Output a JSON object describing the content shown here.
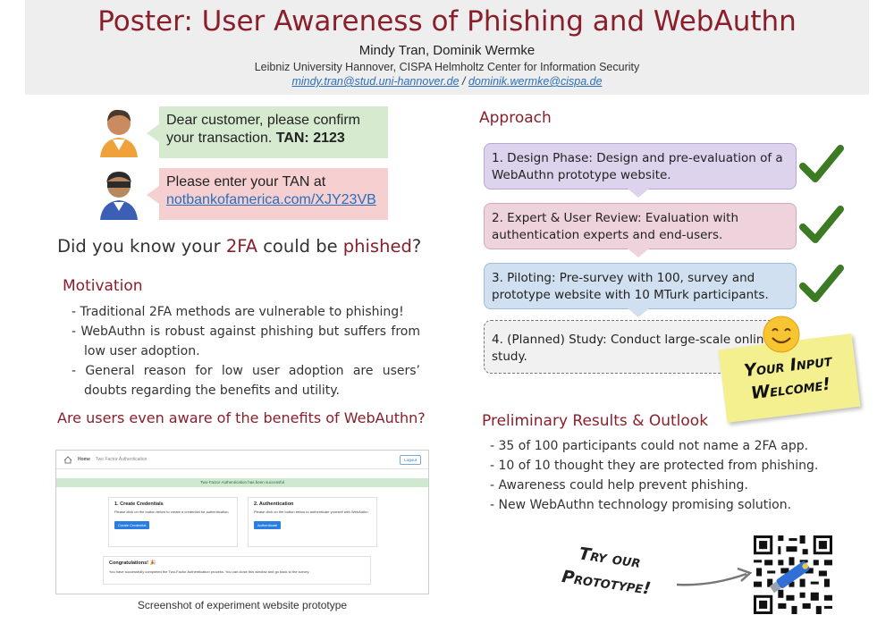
{
  "header": {
    "title": "Poster: User Awareness of Phishing and WebAuthn",
    "authors": "Mindy Tran, Dominik Wermke",
    "affiliation": "Leibniz University Hannover, CISPA Helmholtz Center for Information Security",
    "email1": "mindy.tran@stud.uni-hannover.de",
    "email_sep": " / ",
    "email2": "dominik.wermke@cispa.de"
  },
  "chat": {
    "msg1_text": "Dear customer, please confirm your transaction. ",
    "msg1_tan": "TAN: 2123",
    "msg2_text": "Please enter your TAN at",
    "msg2_link": "notbankofamerica.com/XJY23VB",
    "colors": {
      "green": "#d6ead0",
      "red": "#f6d0d0"
    }
  },
  "question": {
    "pre": "Did you know your ",
    "mid_red": "2FA",
    "mid": " could be ",
    "end_red": "phished",
    "end": "?"
  },
  "motivation": {
    "heading": "Motivation",
    "items": [
      "Traditional 2FA methods are vulnerable to phishing!",
      "WebAuthn is robust against phishing but suffers from low user adoption.",
      "General reason for low user adoption are users’ doubts regarding the benefits and utility."
    ]
  },
  "aware_question": "Are users even aware of the benefits of WebAuthn?",
  "mockup": {
    "home": "Home",
    "crumb": "Two Factor Authentication",
    "logout": "Logout",
    "success": "Two-Factor Authentication has been successful",
    "card1_title": "1. Create Credentials",
    "card1_text": "Please click on the button below to create a credential for authentication.",
    "card1_btn": "Create Credential",
    "card2_title": "2. Authentication",
    "card2_text": "Please click on the button below to authenticate yourself with WebAuthn",
    "card2_btn": "Authenticate",
    "congrats_title": "Congratulations! 🎉",
    "congrats_text": "You have successfully completed the Two-Factor Authentication process. You can close this window and go back to the survey."
  },
  "caption": "Screenshot of experiment website prototype",
  "approach": {
    "heading": "Approach",
    "steps": [
      {
        "label": "1. Design Phase:",
        "text": " Design and pre-evaluation of a WebAuthn prototype website."
      },
      {
        "label": "2. Expert & User Review:",
        "text": " Evaluation with authentication experts and end-users."
      },
      {
        "label": "3. Piloting:",
        "text": " Pre-survey with 100, survey and prototype website with 10 MTurk participants."
      },
      {
        "label": "4. (Planned) Study:",
        "text": " Conduct large-scale online study."
      }
    ],
    "sticky_line1": "Your Input",
    "sticky_line2": "Welcome!"
  },
  "results": {
    "heading": "Preliminary Results & Outlook",
    "items": [
      "35 of 100 participants could not name a 2FA app.",
      "10 of 10 thought they are protected from phishing.",
      "Awareness could help prevent phishing.",
      "New WebAuthn technology promising solution."
    ]
  },
  "try": {
    "line1": "Try our",
    "line2": "Prototype!"
  },
  "icons": {
    "check": "checkmark-icon",
    "smiley": "smiley-icon",
    "avatar1": "person-avatar-icon",
    "avatar2": "hacker-avatar-icon",
    "qr": "qr-code-icon",
    "home": "home-icon"
  }
}
